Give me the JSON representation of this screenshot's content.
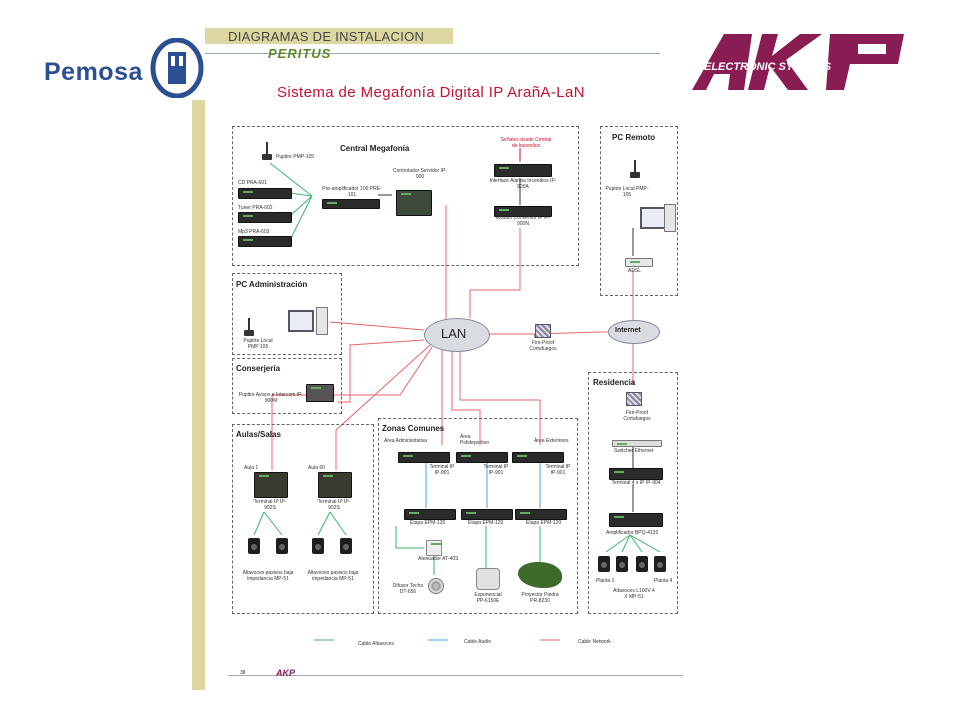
{
  "header": {
    "brand": "Pemosa",
    "title": "DIAGRAMAS DE INSTALACION",
    "subtitle": "PERITUS",
    "akp_brand": "AKP",
    "akp_tagline": "ELECTRONIC SYSTEMS"
  },
  "diagram": {
    "title": "Sistema de Megafonía Digital IP ArañA-LaN",
    "central": {
      "title": "Central Megafonía",
      "pupitre": "Pupitre PMP-105",
      "cd": "CD  PRA-601",
      "tuner": "Tuner  PRA-602",
      "mp3": "Mp3  PRA-603",
      "preamp": "Pre-amplificador 100 PRE-101",
      "controller": "Controlador Servidor IP-900",
      "fire_signal": "Señales desde Central de Incendios",
      "fire_interface": "Interface Alarma Incendios IP-900A",
      "converter": "Módulo Conversor IP IP-900N"
    },
    "remote": {
      "title": "PC Remoto",
      "pupitre": "Pupitre Local PMP-105",
      "adsl": "ADSL"
    },
    "admin": {
      "title": "PC Administración",
      "pupitre": "Pupitre Local PMP 105"
    },
    "conserjeria": {
      "title": "Conserjería",
      "pupitre": "Pupitre Avisos e Intercom IP-900M"
    },
    "network": {
      "lan": "LAN",
      "internet": "Internet",
      "firewall": "Fire-Proof Cortafuegos"
    },
    "aulas": {
      "title": "Aulas/Salas",
      "aula1": "Aula 1",
      "aula60": "Aula 60",
      "terminal1": "Terminal IP IP-902S",
      "terminal2": "Terminal IP IP-902S",
      "speakers1": "Altavoces pasivos baja impedancia MP-51",
      "speakers2": "Altavoces pasivos baja impedancia MP-51"
    },
    "zonas": {
      "title": "Zonas Comunes",
      "area_admin": "Área Administrativa",
      "area_poli": "Área Polideportivo",
      "area_ext": "Área Exteriores",
      "terminal_a": "Terminal IP IP-901",
      "terminal_b": "Terminal IP IP-901",
      "terminal_c": "Terminal IP IP-901",
      "etapa_a": "Etapa EPM-120",
      "etapa_b": "Etapa EPM-120",
      "etapa_c": "Etapa EPM-120",
      "atenuador": "Atenuador AT-40S",
      "difusor": "Difusor Techo DT-656",
      "exponencial": "Exponencial PP-6150E",
      "proyector": "Proyector Piedra PR-8230"
    },
    "residencia": {
      "title": "Residencia",
      "firewall": "Fire-Proof Cortafuegos",
      "switch": "Switcher Ethernet",
      "terminal": "Terminal 4 x IP IP-904",
      "amplifier": "Amplificador BPQ-4120",
      "planta1": "Planta 1",
      "planta4": "Planta 4",
      "speakers": "Altavoces L100V 4 X MP-51"
    },
    "legend": {
      "altavoces": "Cable Altavoces",
      "audio": "Cable Audio",
      "network": "Cable Network"
    },
    "colors": {
      "network": "#e8646a",
      "audio": "#4aa3df",
      "speaker": "#3cb371"
    }
  },
  "footer": {
    "page": "38",
    "logo": "AKP"
  }
}
